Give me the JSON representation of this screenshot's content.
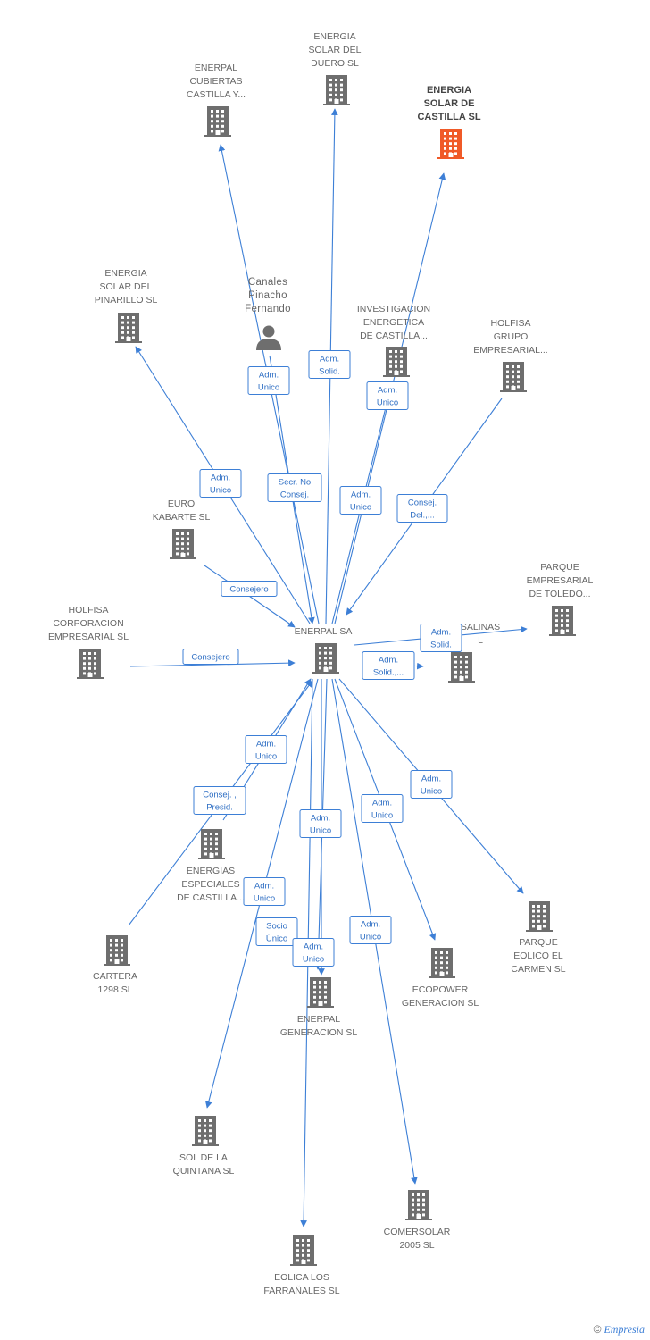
{
  "colors": {
    "edge": "#3d7fd6",
    "node": "#6e6e6e",
    "focus": "#f05a28",
    "box_text": "#2f6fc4"
  },
  "footer": {
    "copyright": "©",
    "brand": "Empresia"
  },
  "nodes": [
    {
      "id": "enerpal_sa",
      "type": "company",
      "lines": [
        "ENERPAL SA"
      ]
    },
    {
      "id": "energia_castilla",
      "type": "company",
      "focus": true,
      "lines": [
        "ENERGIA",
        "SOLAR DE",
        "CASTILLA SL"
      ]
    },
    {
      "id": "duero",
      "type": "company",
      "lines": [
        "ENERGIA",
        "SOLAR DEL",
        "DUERO SL"
      ]
    },
    {
      "id": "cubiertas",
      "type": "company",
      "lines": [
        "ENERPAL",
        "CUBIERTAS",
        "CASTILLA Y..."
      ]
    },
    {
      "id": "pinarillo",
      "type": "company",
      "lines": [
        "ENERGIA",
        "SOLAR DEL",
        "PINARILLO SL"
      ]
    },
    {
      "id": "canales",
      "type": "person",
      "lines": [
        "Canales",
        "Pinacho",
        "Fernando"
      ]
    },
    {
      "id": "investigacion",
      "type": "company",
      "lines": [
        "INVESTIGACION",
        "ENERGETICA",
        "DE CASTILLA..."
      ]
    },
    {
      "id": "holfisa_grupo",
      "type": "company",
      "lines": [
        "HOLFISA",
        "GRUPO",
        "EMPRESARIAL..."
      ]
    },
    {
      "id": "euro_kabarte",
      "type": "company",
      "lines": [
        "EURO",
        "KABARTE SL"
      ]
    },
    {
      "id": "parque_toledo",
      "type": "company",
      "lines": [
        "PARQUE",
        "EMPRESARIAL",
        "DE TOLEDO..."
      ]
    },
    {
      "id": "holfisa_corp",
      "type": "company",
      "lines": [
        "HOLFISA",
        "CORPORACION",
        "EMPRESARIAL SL"
      ]
    },
    {
      "id": "salinas",
      "type": "company",
      "lines": [
        "SALINAS",
        "L"
      ]
    },
    {
      "id": "energias_especiales",
      "type": "company",
      "lines": [
        "ENERGIAS",
        "ESPECIALES",
        "DE CASTILLA..."
      ]
    },
    {
      "id": "cartera",
      "type": "company",
      "lines": [
        "CARTERA",
        "1298 SL"
      ]
    },
    {
      "id": "enerpal_generacion",
      "type": "company",
      "lines": [
        "ENERPAL",
        "GENERACION SL"
      ]
    },
    {
      "id": "ecopower",
      "type": "company",
      "lines": [
        "ECOPOWER",
        "GENERACION SL"
      ]
    },
    {
      "id": "parque_carmen",
      "type": "company",
      "lines": [
        "PARQUE",
        "EOLICO EL",
        "CARMEN SL"
      ]
    },
    {
      "id": "quintana",
      "type": "company",
      "lines": [
        "SOL DE LA",
        "QUINTANA SL"
      ]
    },
    {
      "id": "comersolar",
      "type": "company",
      "lines": [
        "COMERSOLAR",
        "2005 SL"
      ]
    },
    {
      "id": "eolica",
      "type": "company",
      "lines": [
        "EOLICA LOS",
        "FARRAÑALES SL"
      ]
    }
  ],
  "relations": [
    {
      "id": "r_cubiertas",
      "lines": [
        "Adm.",
        "Unico"
      ]
    },
    {
      "id": "r_duero",
      "lines": [
        "Adm.",
        "Solid."
      ]
    },
    {
      "id": "r_castilla",
      "lines": [
        "Adm.",
        "Unico"
      ]
    },
    {
      "id": "r_pinarillo",
      "lines": [
        "Adm.",
        "Unico"
      ]
    },
    {
      "id": "r_canales",
      "lines": [
        "Secr. No",
        "Consej."
      ]
    },
    {
      "id": "r_investigacion",
      "lines": [
        "Adm.",
        "Unico"
      ]
    },
    {
      "id": "r_holfisa_grupo",
      "lines": [
        "Consej.",
        "Del.,..."
      ]
    },
    {
      "id": "r_euro",
      "lines": [
        "Consejero"
      ]
    },
    {
      "id": "r_holfisa_corp",
      "lines": [
        "Consejero"
      ]
    },
    {
      "id": "r_toledo",
      "lines": [
        "Adm.",
        "Solid."
      ]
    },
    {
      "id": "r_salinas",
      "lines": [
        "Adm.",
        "Solid.,..."
      ]
    },
    {
      "id": "r_especiales_a",
      "lines": [
        "Adm.",
        "Unico"
      ]
    },
    {
      "id": "r_especiales_b",
      "lines": [
        "Consej. ,",
        "Presid."
      ]
    },
    {
      "id": "r_carmen",
      "lines": [
        "Adm.",
        "Unico"
      ]
    },
    {
      "id": "r_ecopower",
      "lines": [
        "Adm.",
        "Unico"
      ]
    },
    {
      "id": "r_generacion_a",
      "lines": [
        "Adm.",
        "Unico"
      ]
    },
    {
      "id": "r_quintana",
      "lines": [
        "Adm.",
        "Unico"
      ]
    },
    {
      "id": "r_cartera",
      "lines": [
        "Socio",
        "Único"
      ]
    },
    {
      "id": "r_generacion_b",
      "lines": [
        "Adm.",
        "Unico"
      ]
    },
    {
      "id": "r_comersolar",
      "lines": [
        "Adm.",
        "Unico"
      ]
    }
  ]
}
